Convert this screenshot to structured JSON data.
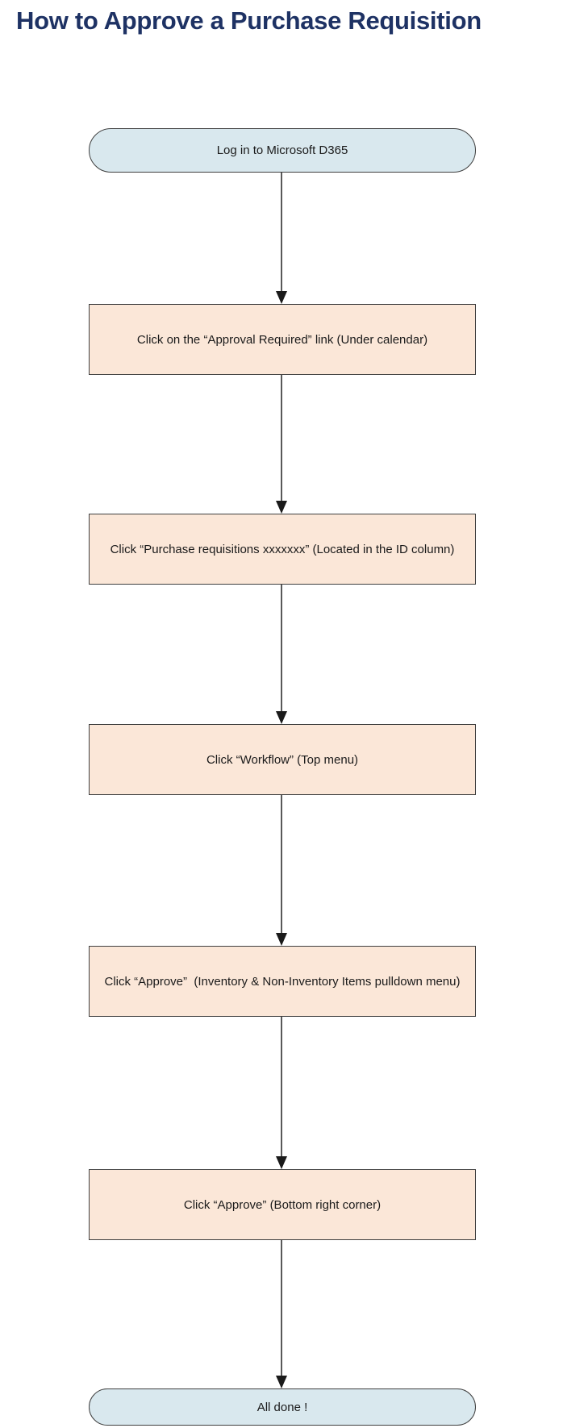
{
  "title": "How to Approve a Purchase Requisition",
  "flowchart": {
    "nodes": [
      {
        "id": "start",
        "type": "terminator",
        "label": "Log in to Microsoft D365"
      },
      {
        "id": "step-1",
        "type": "process",
        "label": "Click on the “Approval Required” link (Under calendar)"
      },
      {
        "id": "step-2",
        "type": "process",
        "label": "Click “Purchase requisitions xxxxxxx” (Located in the ID column)"
      },
      {
        "id": "step-3",
        "type": "process",
        "label": "Click “Workflow” (Top menu)"
      },
      {
        "id": "step-4",
        "type": "process",
        "label": "Click “Approve”  (Inventory & Non-Inventory Items pulldown menu)"
      },
      {
        "id": "step-5",
        "type": "process",
        "label": "Click “Approve” (Bottom right corner)"
      },
      {
        "id": "end",
        "type": "terminator",
        "label": "All done !"
      }
    ],
    "connector_count": 6,
    "colors": {
      "terminator_fill": "#d9e8ee",
      "process_fill": "#fbe7d8",
      "node_border": "#3f3f3f",
      "arrow_line": "#595959",
      "arrow_head": "#1a1a1a",
      "title_color": "#1e3264",
      "node_text": "#1a1a1a"
    }
  }
}
